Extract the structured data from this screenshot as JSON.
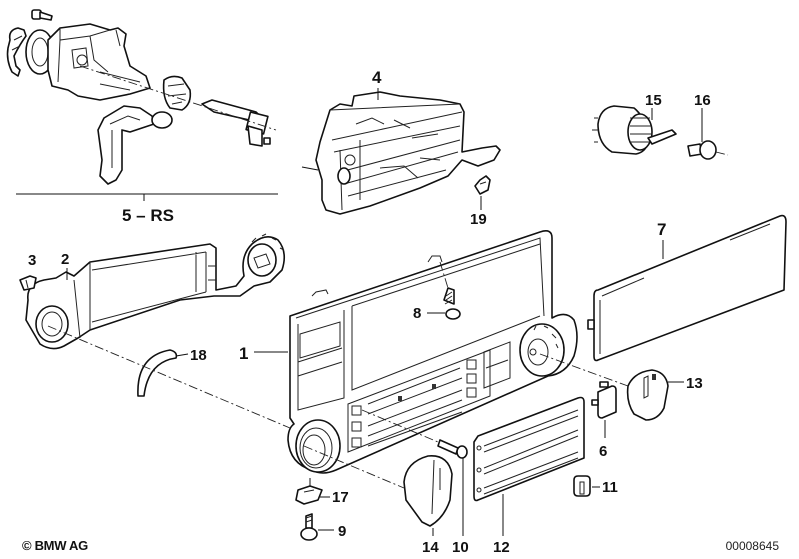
{
  "diagram": {
    "title": "Heater / air conditioning control panel – exploded parts view",
    "group_label": "5 – RS",
    "callouts": [
      {
        "id": "1",
        "part": "front-panel-trim"
      },
      {
        "id": "2",
        "part": "mounting-bracket"
      },
      {
        "id": "3",
        "part": "clip"
      },
      {
        "id": "4",
        "part": "control-unit"
      },
      {
        "id": "6",
        "part": "cover-cap"
      },
      {
        "id": "7",
        "part": "blanking-cover"
      },
      {
        "id": "8",
        "part": "screw"
      },
      {
        "id": "9",
        "part": "screw"
      },
      {
        "id": "10",
        "part": "screw"
      },
      {
        "id": "11",
        "part": "push-button"
      },
      {
        "id": "12",
        "part": "slide-cover"
      },
      {
        "id": "13",
        "part": "rotary-knob-right"
      },
      {
        "id": "14",
        "part": "rotary-knob-left"
      },
      {
        "id": "15",
        "part": "rotary-switch"
      },
      {
        "id": "16",
        "part": "screw"
      },
      {
        "id": "17",
        "part": "clip-nut"
      },
      {
        "id": "18",
        "part": "retaining-ring"
      },
      {
        "id": "19",
        "part": "bulb"
      }
    ]
  },
  "labels": {
    "c1": "1",
    "c2": "2",
    "c3": "3",
    "c4": "4",
    "c6": "6",
    "c7": "7",
    "c8": "8",
    "c9": "9",
    "c10": "10",
    "c11": "11",
    "c12": "12",
    "c13": "13",
    "c14": "14",
    "c15": "15",
    "c16": "16",
    "c17": "17",
    "c18": "18",
    "c19": "19",
    "group": "5 – RS"
  },
  "footer": {
    "copyright": "© BMW AG",
    "image_number": "00008645"
  }
}
